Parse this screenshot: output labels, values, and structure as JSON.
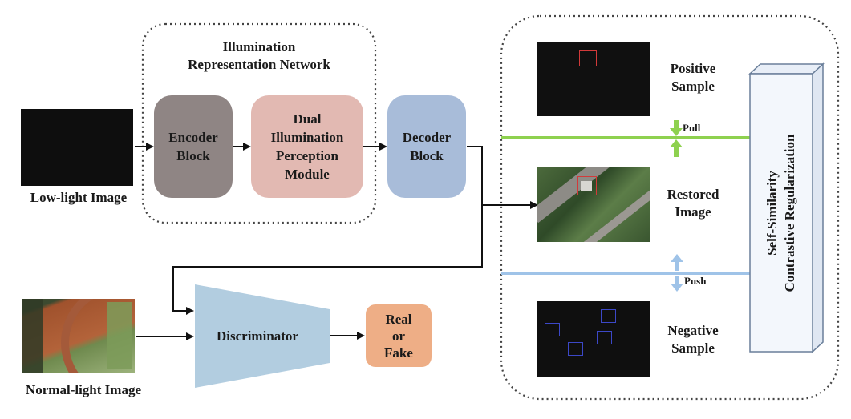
{
  "labels": {
    "irn_title": "Illumination\nRepresentation Network",
    "low_light": "Low-light Image",
    "normal_light": "Normal-light Image",
    "encoder": "Encoder\nBlock",
    "dipm": "Dual\nIllumination\nPerception\nModule",
    "decoder": "Decoder\nBlock",
    "discriminator": "Discriminator",
    "real_fake": "Real\nor\nFake",
    "positive": "Positive\nSample",
    "restored": "Restored\nImage",
    "negative": "Negative\nSample",
    "pull": "Pull",
    "push": "Push",
    "sscr": "Self-Similarity\nContrastive Regularization"
  },
  "colors": {
    "encoder": "#8f8584",
    "dipm": "#e2b9b2",
    "decoder": "#a8bcd9",
    "discriminator": "#b2cde0",
    "real_fake": "#eeae86",
    "pull_line": "#8ed14f",
    "push_line": "#9fc3e8",
    "sample_box_red": "#d23a3a",
    "sample_box_blue": "#3c48c8",
    "sscr_fill": "#f3f7fc",
    "sscr_border": "#6a7f9a"
  }
}
